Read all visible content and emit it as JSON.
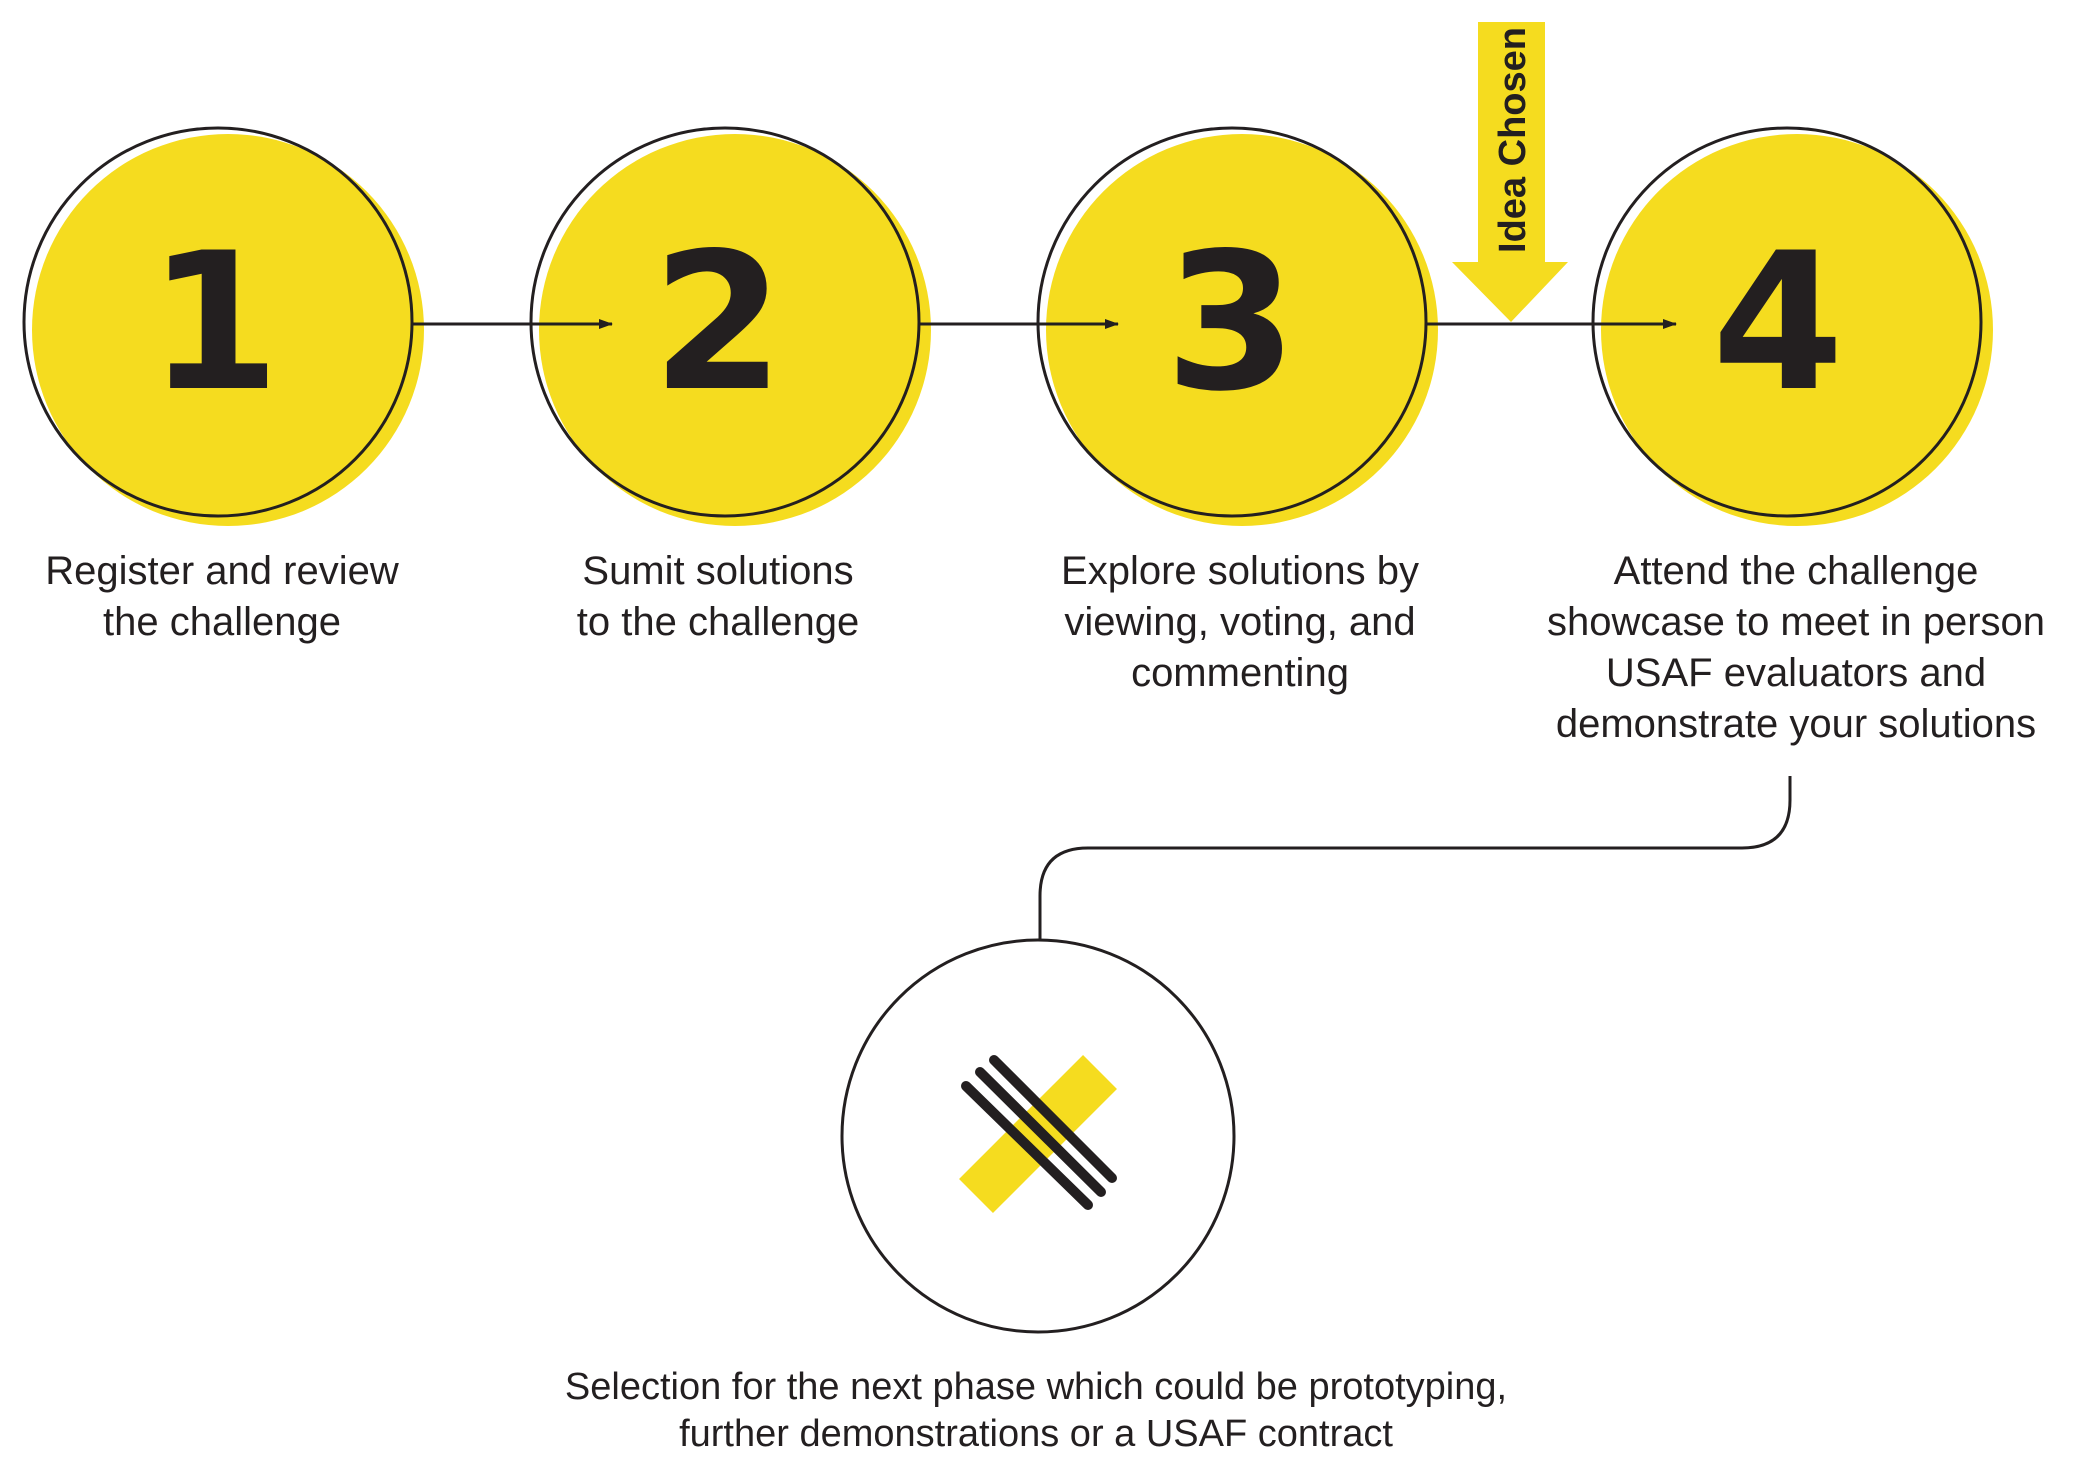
{
  "colors": {
    "accent_yellow": "#f5dc1f",
    "ink": "#231f20",
    "background": "#ffffff"
  },
  "steps": [
    {
      "number": "1",
      "caption_lines": [
        "Register and review",
        "the challenge"
      ]
    },
    {
      "number": "2",
      "caption_lines": [
        "Sumit solutions",
        "to the challenge"
      ]
    },
    {
      "number": "3",
      "caption_lines": [
        "Explore solutions by",
        "viewing, voting, and",
        "commenting"
      ]
    },
    {
      "number": "4",
      "caption_lines": [
        "Attend the challenge",
        "showcase to meet in person",
        "USAF evaluators and",
        "demonstrate your solutions"
      ]
    }
  ],
  "milestone": {
    "label": "Idea Chosen",
    "icon": "down-arrow-icon"
  },
  "final_step": {
    "icon": "crossed-lines-icon",
    "caption_lines": [
      "Selection for the next phase which could be prototyping,",
      "further demonstrations or a USAF contract"
    ]
  }
}
